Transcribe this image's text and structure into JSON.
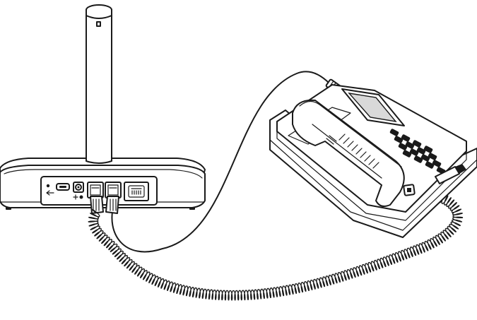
{
  "diagram": {
    "type": "line-art-illustration",
    "colors": {
      "ink": "#1a1a1a",
      "background": "#ffffff",
      "shade": "#d9d9d9"
    },
    "objects": [
      {
        "name": "conference-base-station",
        "icon": "base-station-icon"
      },
      {
        "name": "desk-telephone",
        "icon": "telephone-icon"
      },
      {
        "name": "rj9-handset-cable",
        "icon": "coiled-cable-icon"
      },
      {
        "name": "rj11-phone-cable",
        "icon": "straight-cable-icon"
      }
    ],
    "ports": [
      {
        "name": "usb-port",
        "icon": "usb-icon"
      },
      {
        "name": "power-port",
        "icon": "power-icon"
      },
      {
        "name": "phone-port-1",
        "icon": "rj-port-icon"
      },
      {
        "name": "phone-port-2",
        "icon": "rj-port-icon"
      },
      {
        "name": "line-port",
        "icon": "rj-port-icon"
      }
    ]
  }
}
